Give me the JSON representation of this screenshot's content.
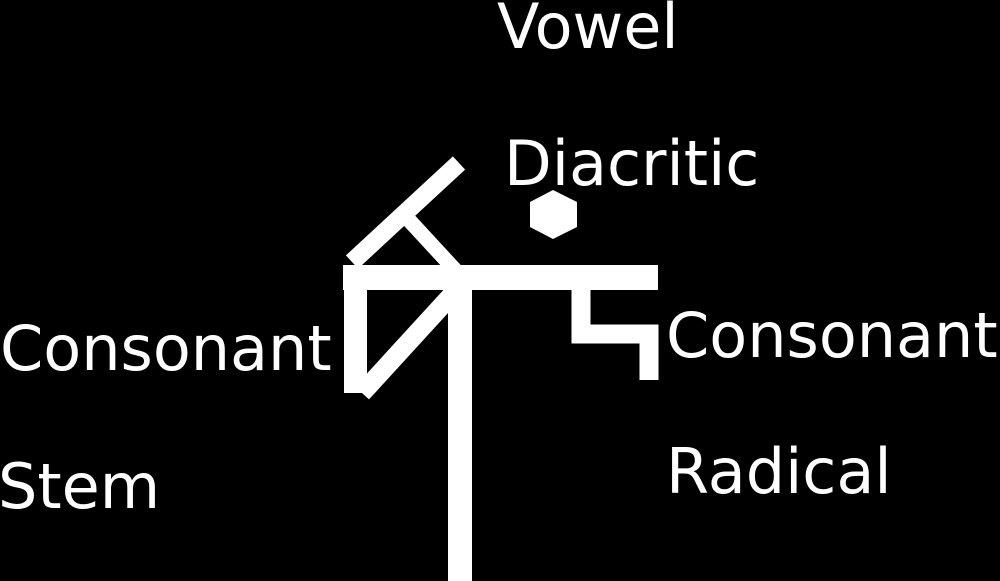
{
  "page": {
    "background": "#000000",
    "foreground": "#ffffff"
  },
  "labels": {
    "vowel": "Vowel",
    "diacritic": "Diacritic",
    "consonant_left": "Consonant",
    "consonant_right": "Consonant",
    "stem": "Stem",
    "radical": "Radical"
  },
  "glyph": {
    "diacritic_shape": "hexagon-dot",
    "stroke_color": "#ffffff"
  }
}
